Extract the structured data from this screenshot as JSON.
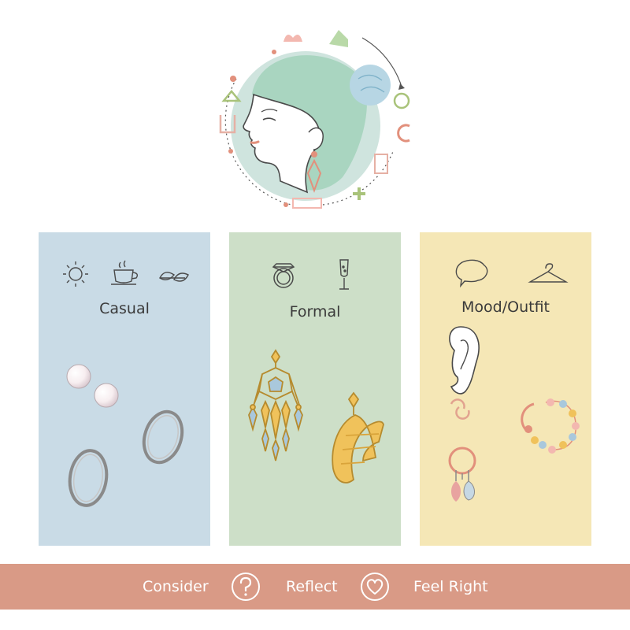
{
  "colors": {
    "casual_bg": "#c9dbe6",
    "formal_bg": "#cddfc8",
    "mood_bg": "#f5e7b6",
    "footer_bg": "#d99a86",
    "footer_text": "#ffffff",
    "face_circle": "#cfe4de",
    "hair": "#a9d5c0",
    "bun": "#b7d6e4",
    "earring": "#e2907c",
    "gold": "#f0c25b",
    "line": "#4a4a4a"
  },
  "panels": {
    "casual": {
      "title": "Casual",
      "icons": [
        "sun-icon",
        "coffee-cup-icon",
        "leaves-icon"
      ],
      "items": [
        "pearl-stud-earring",
        "hoop-earring"
      ]
    },
    "formal": {
      "title": "Formal",
      "icons": [
        "diamond-ring-icon",
        "champagne-glass-icon"
      ],
      "items": [
        "chandelier-earring",
        "gold-statement-earring"
      ]
    },
    "mood": {
      "title": "Mood/Outfit",
      "icons": [
        "speech-bubble-icon",
        "hanger-icon"
      ],
      "items": [
        "ear-with-cuffs",
        "beaded-ear-cuff",
        "charm-hoop-earring"
      ]
    }
  },
  "footer": {
    "items": [
      {
        "label": "Consider"
      },
      {
        "label": "Reflect",
        "icon": "question-icon"
      },
      {
        "label": "Feel Right",
        "icon": "heart-icon"
      }
    ]
  }
}
